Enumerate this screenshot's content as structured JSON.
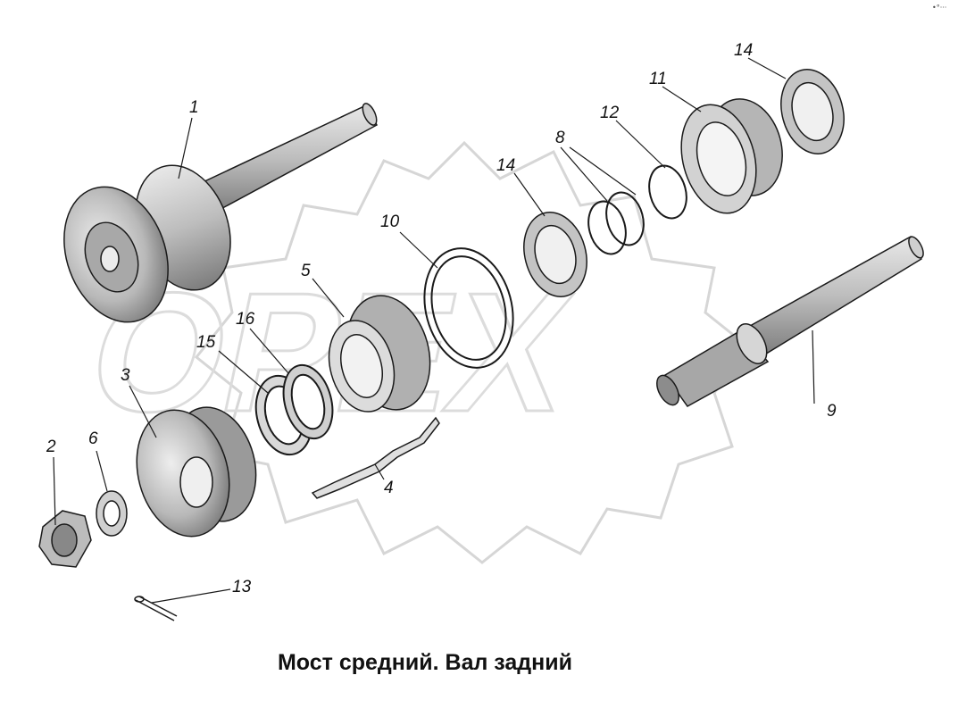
{
  "caption": "Мост средний. Вал задний",
  "corner_marks": "•°···",
  "watermark": {
    "text": "OPEX"
  },
  "callouts": [
    {
      "id": "c1",
      "label": "1"
    },
    {
      "id": "c2",
      "label": "2"
    },
    {
      "id": "c3",
      "label": "3"
    },
    {
      "id": "c4",
      "label": "4"
    },
    {
      "id": "c5",
      "label": "5"
    },
    {
      "id": "c6",
      "label": "6"
    },
    {
      "id": "c8",
      "label": "8"
    },
    {
      "id": "c9",
      "label": "9"
    },
    {
      "id": "c10",
      "label": "10"
    },
    {
      "id": "c11",
      "label": "11"
    },
    {
      "id": "c12",
      "label": "12"
    },
    {
      "id": "c13",
      "label": "13"
    },
    {
      "id": "c14a",
      "label": "14"
    },
    {
      "id": "c14b",
      "label": "14"
    },
    {
      "id": "c15",
      "label": "15"
    },
    {
      "id": "c16",
      "label": "16"
    }
  ],
  "colors": {
    "line": "#1a1a1a",
    "metal": "#c8c8c8",
    "shade": "#8a8a8a",
    "watermark": "#d9d9d9"
  }
}
